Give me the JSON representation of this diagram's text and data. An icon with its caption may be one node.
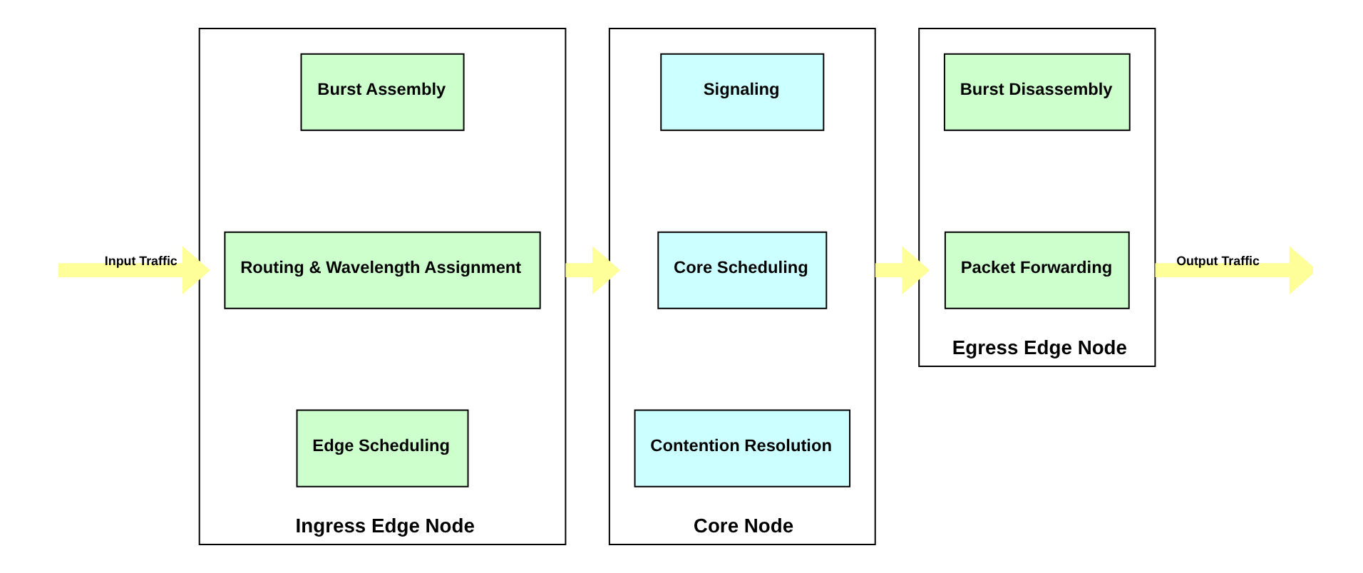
{
  "diagram": {
    "nodes": [
      {
        "text": [
          "Ingress Edge Node"
        ]
      },
      {
        "text": [
          "Burst Assembly"
        ],
        "in": 0
      },
      {
        "text": [
          "Routing & Wavelength Assignment"
        ],
        "in": 0
      },
      {
        "text": [
          "Edge Scheduling"
        ],
        "in": 0
      },
      {
        "text": [
          "Core Node"
        ]
      },
      {
        "text": [
          "Signaling"
        ],
        "in": 4
      },
      {
        "text": [
          "Core Scheduling"
        ],
        "in": 4
      },
      {
        "text": [
          "Contention Resolution"
        ],
        "in": 4
      },
      {
        "text": [
          "Egress Edge Node"
        ]
      },
      {
        "text": [
          "Burst Disassembly"
        ],
        "in": 8
      },
      {
        "text": [
          "Packet Forwarding"
        ],
        "in": 8
      }
    ],
    "edges": [
      {
        "from": null,
        "to": 0,
        "arrow": "to",
        "label": "Input Traffic",
        "color": "#ffff99"
      },
      {
        "from": 0,
        "to": 4,
        "arrow": "to",
        "color": "#ffff99"
      },
      {
        "from": 4,
        "to": 8,
        "arrow": "to",
        "color": "#ffff99"
      },
      {
        "from": 8,
        "to": null,
        "arrow": "to",
        "label": "Output Traffic",
        "color": "#ffff99"
      }
    ]
  }
}
